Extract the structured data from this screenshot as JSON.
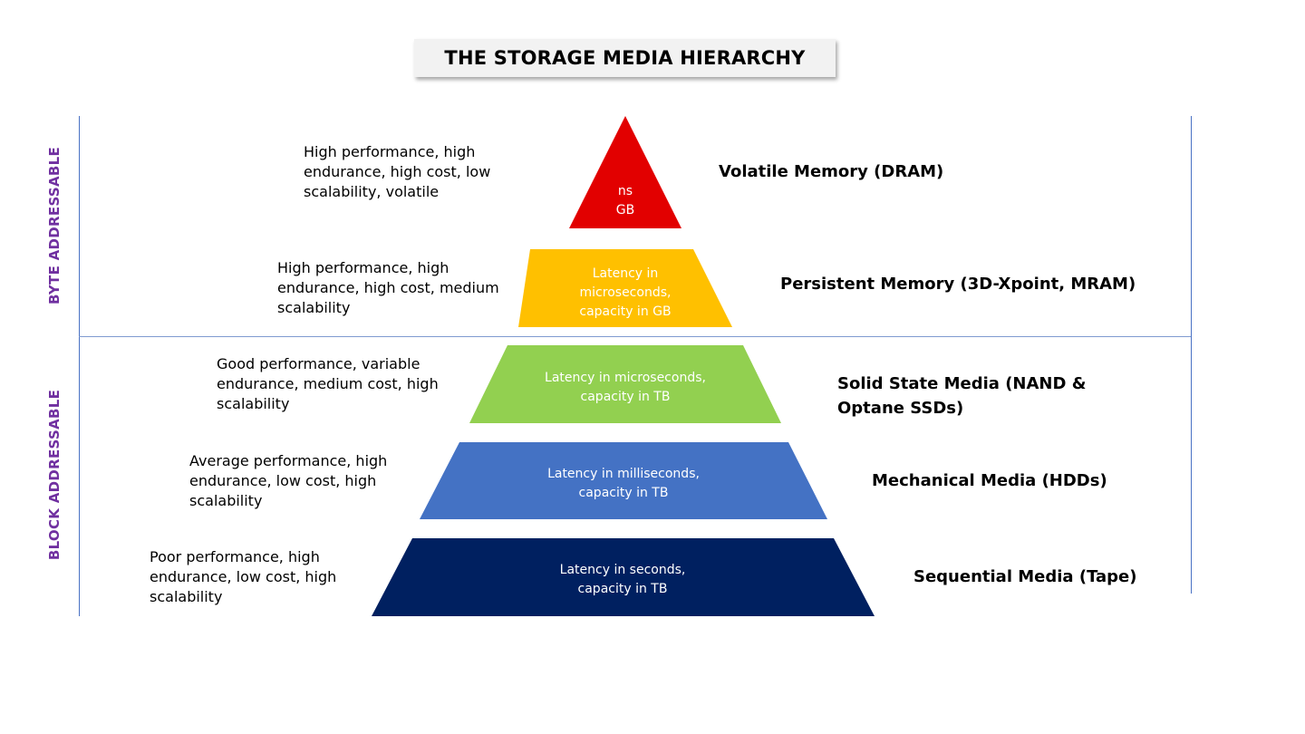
{
  "title": "THE STORAGE MEDIA HIERARCHY",
  "side_labels": {
    "byte": "BYTE ADDRESSABLE",
    "block": "BLOCK ADDRESSABLE"
  },
  "colors": {
    "side_label": "#7030a0",
    "guide_line": "#4a72c4"
  },
  "tiers": [
    {
      "name": "Volatile Memory (DRAM)",
      "description": "High performance, high endurance, high cost, low scalability, volatile",
      "shape_line1": "ns",
      "shape_line2": "GB",
      "shape_line3": "",
      "color": "#e20000"
    },
    {
      "name": "Persistent Memory (3D-Xpoint, MRAM)",
      "description": "High performance, high endurance, high cost, medium scalability",
      "shape_line1": "Latency in",
      "shape_line2": "microseconds,",
      "shape_line3": "capacity in GB",
      "color": "#ffc000"
    },
    {
      "name_line1": "Solid State Media (NAND &",
      "name_line2": "Optane SSDs)",
      "description": "Good performance, variable endurance, medium cost, high scalability",
      "shape_line1": "Latency in microseconds,",
      "shape_line2": "capacity in TB",
      "color": "#92d050"
    },
    {
      "name": "Mechanical Media (HDDs)",
      "description": "Average performance, high endurance, low cost, high scalability",
      "shape_line1": "Latency in milliseconds,",
      "shape_line2": "capacity in TB",
      "color": "#4472c4"
    },
    {
      "name": "Sequential Media (Tape)",
      "description": "Poor performance, high endurance, low cost, high scalability",
      "shape_line1": "Latency in seconds,",
      "shape_line2": "capacity in TB",
      "color": "#002060"
    }
  ]
}
